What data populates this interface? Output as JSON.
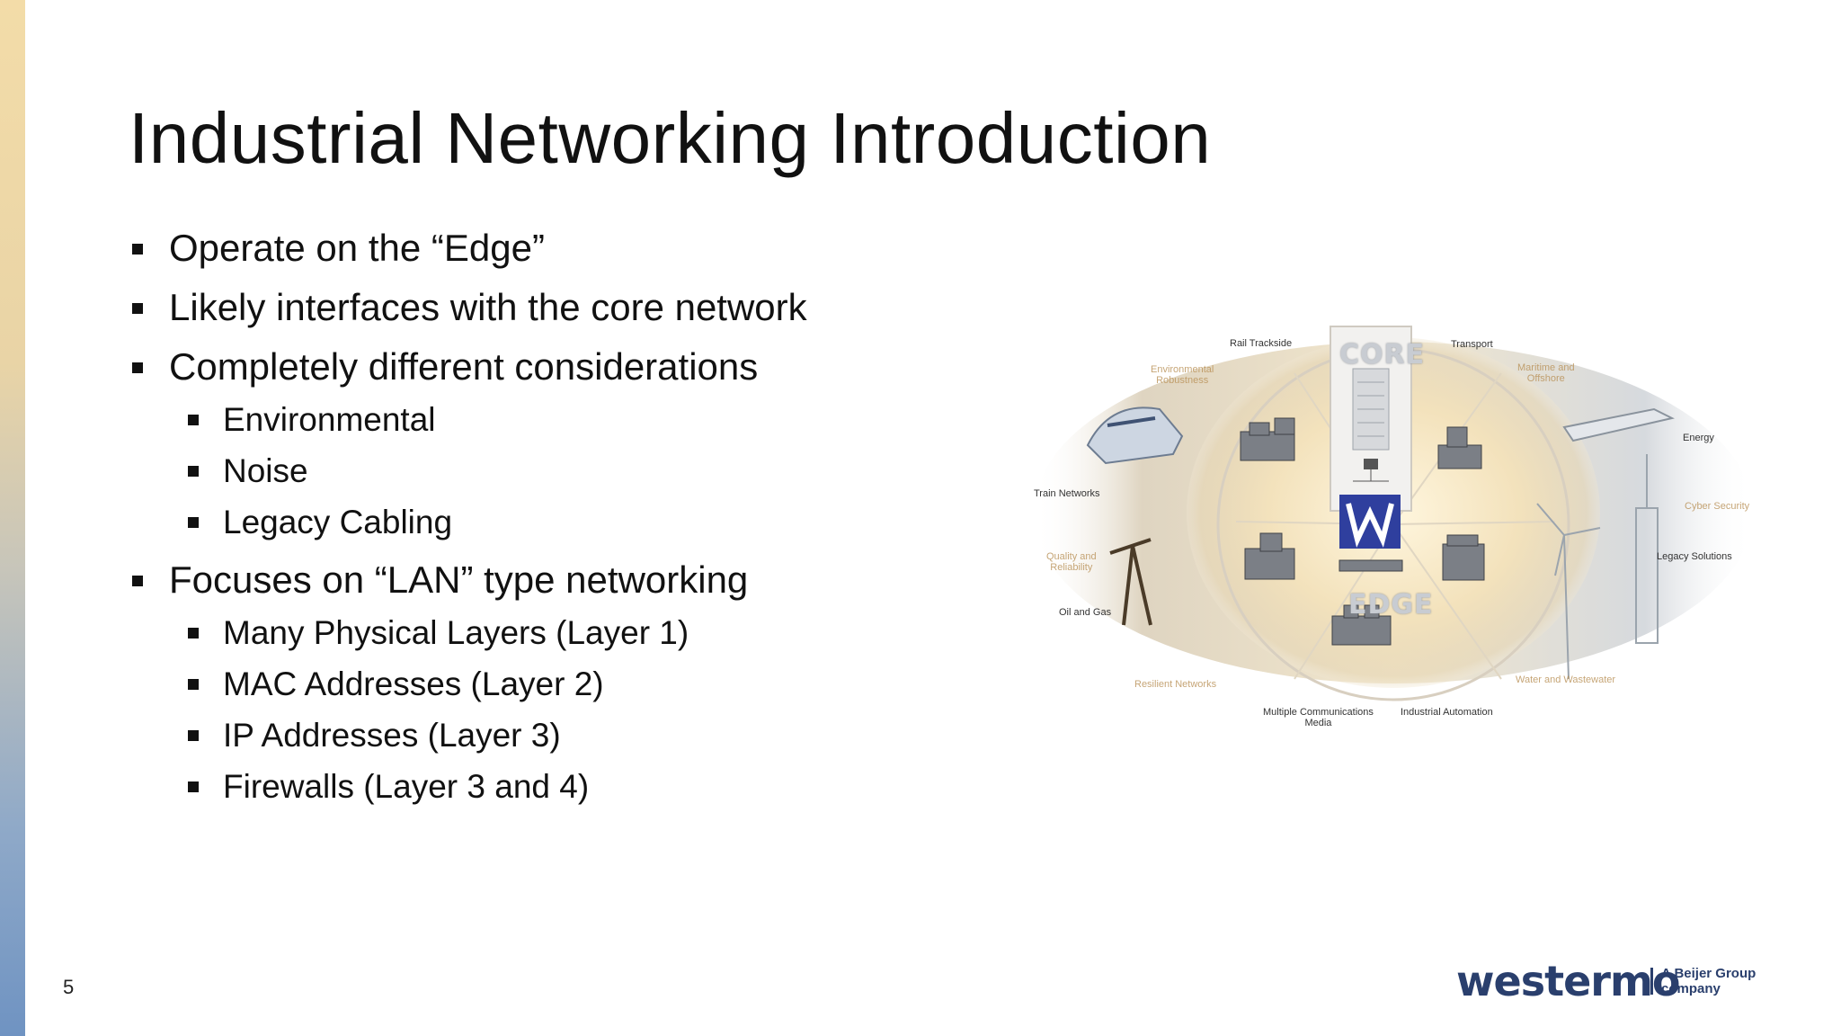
{
  "slide": {
    "title": "Industrial Networking Introduction",
    "page_number": "5",
    "bullets": [
      {
        "level": 1,
        "text": "Operate on the “Edge”"
      },
      {
        "level": 1,
        "text": "Likely interfaces with the core network"
      },
      {
        "level": 1,
        "text": "Completely different considerations"
      },
      {
        "level": 2,
        "text": "Environmental"
      },
      {
        "level": 2,
        "text": "Noise"
      },
      {
        "level": 2,
        "text": "Legacy Cabling"
      },
      {
        "level": 1,
        "text": "Focuses on “LAN” type networking"
      },
      {
        "level": 2,
        "text": "Many Physical Layers (Layer 1)"
      },
      {
        "level": 2,
        "text": "MAC Addresses (Layer 2)"
      },
      {
        "level": 2,
        "text": "IP Addresses (Layer 3)"
      },
      {
        "level": 2,
        "text": "Firewalls (Layer 3 and 4)"
      }
    ]
  },
  "figure": {
    "core_label": "CORE",
    "edge_label": "EDGE",
    "labels": {
      "rail_trackside": "Rail Trackside",
      "transport": "Transport",
      "energy": "Energy",
      "train_networks": "Train Networks",
      "legacy_solutions": "Legacy Solutions",
      "oil_and_gas": "Oil and Gas",
      "multiple_media": "Multiple Communications\nMedia",
      "industrial_automation": "Industrial Automation",
      "environmental_robustness": "Environmental\nRobustness",
      "maritime_offshore": "Maritime and\nOffshore",
      "cyber_security": "Cyber Security",
      "quality_reliability": "Quality and\nReliability",
      "resilient_networks": "Resilient Networks",
      "water_wastewater": "Water and Wastewater"
    }
  },
  "branding": {
    "logo_word": "westermo",
    "logo_tagline": "A Beijer Group\ncompany",
    "colors": {
      "logo": "#2a3f6d",
      "accent_blue": "#2f3f9e",
      "sidebar_top": "#f3dca8",
      "sidebar_bottom": "#6f93c2"
    }
  }
}
